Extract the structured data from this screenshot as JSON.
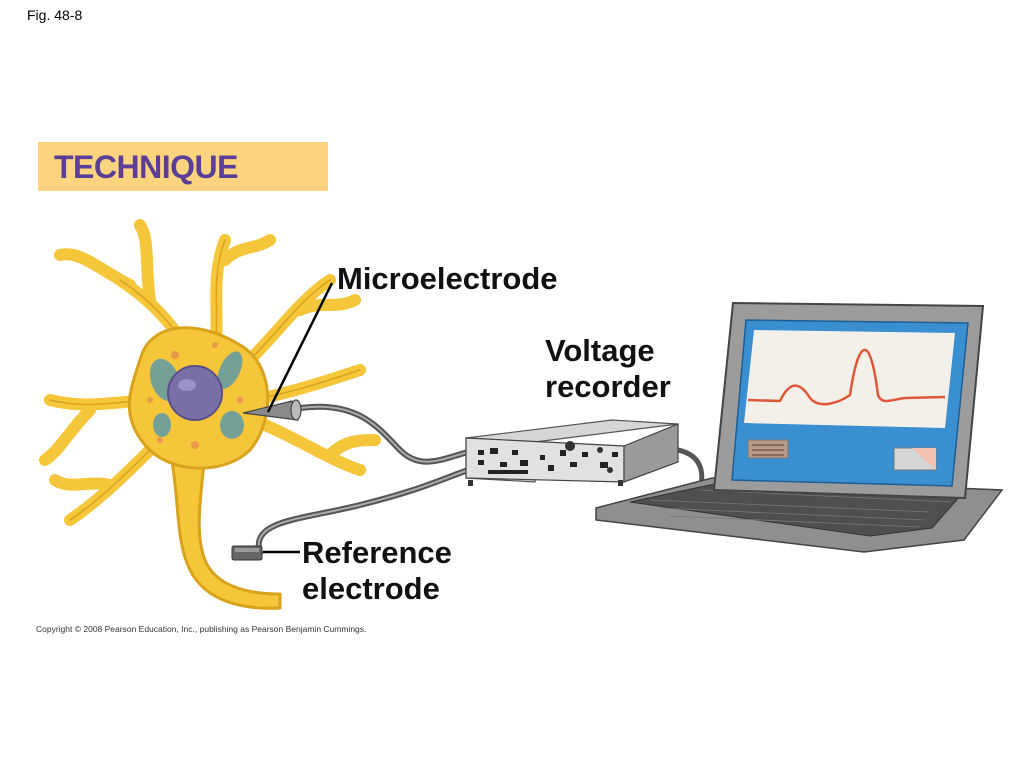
{
  "figure_label": "Fig. 48-8",
  "banner": {
    "text": "TECHNIQUE"
  },
  "labels": {
    "microelectrode": "Microelectrode",
    "voltage_recorder_line1": "Voltage",
    "voltage_recorder_line2": "recorder",
    "reference_electrode_line1": "Reference",
    "reference_electrode_line2": "electrode"
  },
  "copyright": "Copyright © 2008 Pearson Education, Inc., publishing as Pearson Benjamin Cummings.",
  "icons": [
    "neuron-icon",
    "microelectrode-icon",
    "voltage-recorder-icon",
    "laptop-icon",
    "reference-electrode-icon"
  ],
  "colors": {
    "banner_bg": "#fcd37f",
    "banner_text": "#5b3f96",
    "neuron_fill": "#f5c63a",
    "neuron_stroke": "#d9a21c",
    "nucleus": "#7b6fa8",
    "trace": "#e0583a",
    "screen_frame": "#3a8fd0"
  }
}
